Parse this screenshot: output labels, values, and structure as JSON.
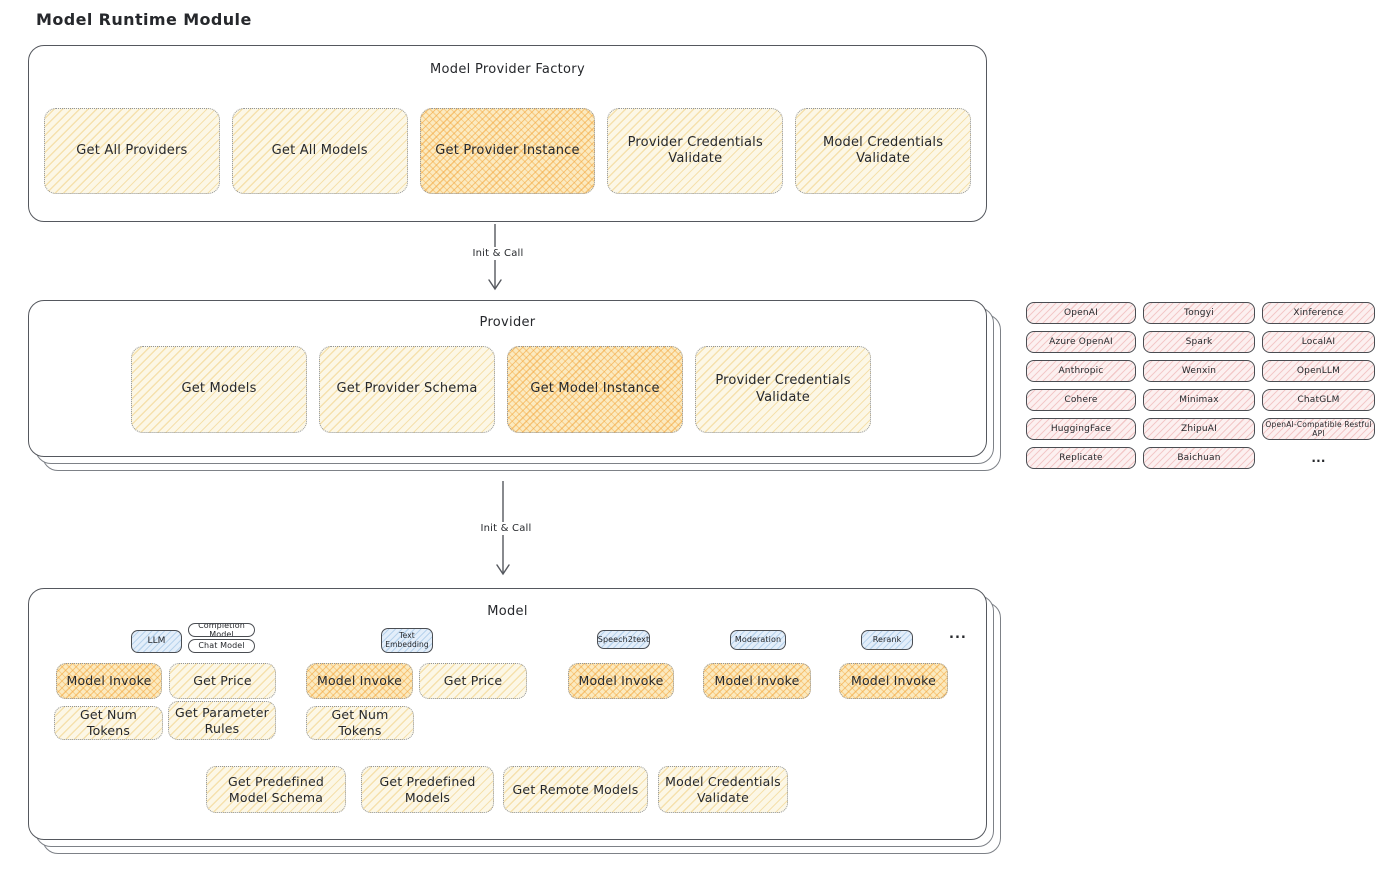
{
  "page": {
    "title": "Model Runtime Module"
  },
  "colors": {
    "stroke_dark": "#55585e",
    "soft_yellow_hatch": "#eecb73",
    "highlight_orange_hatch": "#f3a438",
    "vendor_pink_hatch": "#e07a7a",
    "tag_blue_hatch": "#78aad7"
  },
  "factory": {
    "title": "Model Provider Factory",
    "boxes": [
      {
        "label": "Get All Providers",
        "variant": "hachure"
      },
      {
        "label": "Get All Models",
        "variant": "hachure"
      },
      {
        "label": "Get Provider Instance",
        "variant": "cross"
      },
      {
        "label": "Provider Credentials Validate",
        "variant": "hachure"
      },
      {
        "label": "Model Credentials Validate",
        "variant": "hachure"
      }
    ]
  },
  "arrows": {
    "factory_to_provider": "Init & Call",
    "provider_to_model": "Init & Call"
  },
  "provider": {
    "title": "Provider",
    "boxes": [
      {
        "label": "Get Models",
        "variant": "hachure"
      },
      {
        "label": "Get Provider Schema",
        "variant": "hachure"
      },
      {
        "label": "Get Model Instance",
        "variant": "cross"
      },
      {
        "label": "Provider Credentials Validate",
        "variant": "hachure"
      }
    ]
  },
  "provider_vendors": {
    "items": [
      {
        "label": "OpenAI"
      },
      {
        "label": "Tongyi"
      },
      {
        "label": "Xinference"
      },
      {
        "label": "Azure OpenAI"
      },
      {
        "label": "Spark"
      },
      {
        "label": "LocalAI"
      },
      {
        "label": "Anthropic"
      },
      {
        "label": "Wenxin"
      },
      {
        "label": "OpenLLM"
      },
      {
        "label": "Cohere"
      },
      {
        "label": "Minimax"
      },
      {
        "label": "ChatGLM"
      },
      {
        "label": "HuggingFace"
      },
      {
        "label": "ZhipuAI"
      },
      {
        "label": "OpenAI-Compatible Restful API",
        "variant": "small"
      },
      {
        "label": "Replicate"
      },
      {
        "label": "Baichuan"
      },
      {
        "label": "...",
        "variant": "plain"
      }
    ]
  },
  "model": {
    "title": "Model",
    "tags": {
      "llm": "LLM",
      "completion_model": "Completion Model",
      "chat_model": "Chat Model",
      "text_embedding": "Text Embedding",
      "speech2text": "Speech2text",
      "moderation": "Moderation",
      "rerank": "Rerank",
      "more": "..."
    },
    "ops": {
      "model_invoke": "Model Invoke",
      "get_price": "Get Price",
      "get_num_tokens": "Get Num Tokens",
      "get_parameter_rules": "Get Parameter Rules"
    },
    "bottom_boxes": [
      {
        "label": "Get Predefined Model Schema"
      },
      {
        "label": "Get Predefined Models"
      },
      {
        "label": "Get Remote Models"
      },
      {
        "label": "Model Credentials Validate"
      }
    ]
  }
}
